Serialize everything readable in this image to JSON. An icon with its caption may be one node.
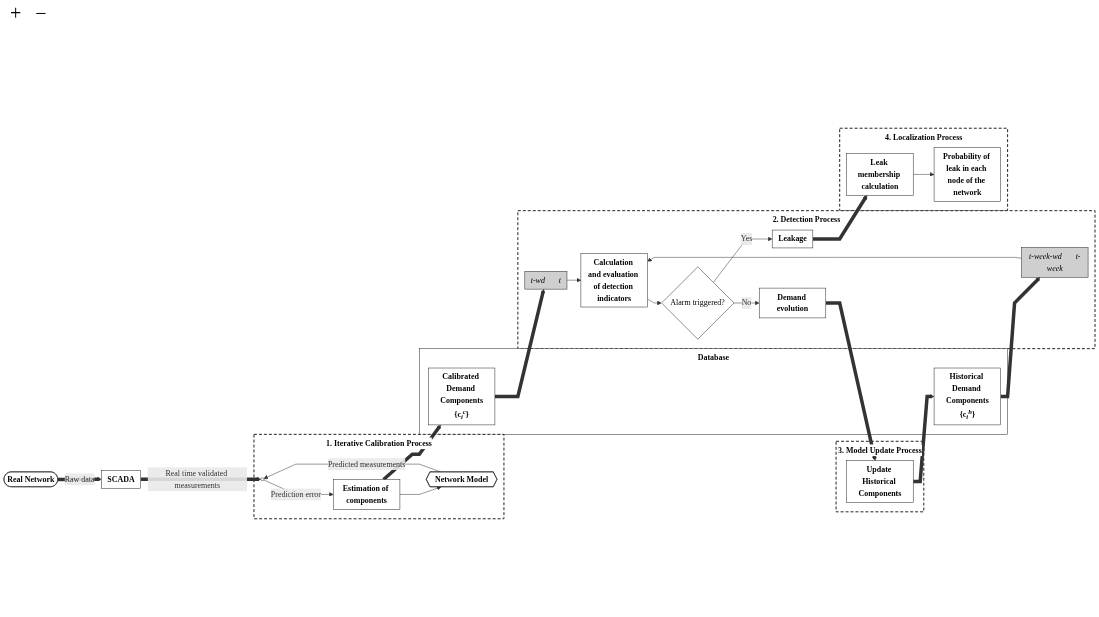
{
  "diagram": {
    "nodes": [
      {
        "text": [
          "Real Network"
        ]
      },
      {
        "text": [
          "SCADA"
        ]
      },
      {
        "text": [
          "4. Localization Process"
        ]
      },
      {
        "text": [
          "Leak membership calculation"
        ],
        "in": 2
      },
      {
        "text": [
          "Probability of leak in each node of the network"
        ],
        "in": 2
      },
      {
        "text": [
          "2. Detection Process"
        ]
      },
      {
        "text": [
          "Leakage"
        ],
        "in": 5
      },
      {
        "text": [
          "Demand evolution"
        ],
        "in": 5
      },
      {
        "text": [
          "Alarm triggered?"
        ],
        "in": 5
      },
      {
        "text": [
          "Calculation and evaluation of detection indicators"
        ],
        "in": 5
      },
      {
        "text": [
          "t-wd",
          "t"
        ],
        "in": 5
      },
      {
        "text": [
          "t-week-wd",
          "t-week"
        ],
        "in": 5
      },
      {
        "text": [
          "3. Model Update Process"
        ]
      },
      {
        "text": [
          "Update Historical Components"
        ],
        "in": 12
      },
      {
        "text": [
          "1. Iterative Calibration Process"
        ]
      },
      {
        "text": [],
        "shape": "circle",
        "in": 14
      },
      {
        "text": [
          "Estimation of components"
        ],
        "in": 14
      },
      {
        "text": [
          "Network Model"
        ],
        "in": 14
      },
      {
        "text": [
          "Database"
        ]
      },
      {
        "text": [
          "Calibrated Demand Components",
          "{c$_{i}$$^{c}$}"
        ],
        "in": 18
      },
      {
        "text": [
          "Historical Demand Components",
          "{c$_{i}$$^{h}$}"
        ],
        "in": 18
      }
    ],
    "edges": [
      {
        "from": 0,
        "to": 1,
        "arrow": "to",
        "label": "Raw data",
        "style": "thick"
      },
      {
        "from": 1,
        "to": 15,
        "arrow": "to",
        "label": "Real time validated measurements",
        "style": "thick"
      },
      {
        "from": 15,
        "to": 16,
        "arrow": "to",
        "label": "Prediction error"
      },
      {
        "from": 16,
        "to": 17,
        "arrow": "to"
      },
      {
        "from": 17,
        "to": 15,
        "arrow": "to",
        "label": "Predicted measurements"
      },
      {
        "from": 16,
        "to": 19,
        "arrow": "to",
        "style": "thick"
      },
      {
        "from": 19,
        "to": 10,
        "arrow": "to",
        "style": "thick"
      },
      {
        "from": 20,
        "to": 11,
        "arrow": "to",
        "style": "thick"
      },
      {
        "from": 10,
        "to": 9,
        "arrow": "to"
      },
      {
        "from": 11,
        "to": 9,
        "arrow": "to"
      },
      {
        "from": 9,
        "to": 8,
        "arrow": "to"
      },
      {
        "from": 8,
        "to": 6,
        "arrow": "to",
        "label": "Yes"
      },
      {
        "from": 8,
        "to": 7,
        "arrow": "to",
        "label": "No"
      },
      {
        "from": 6,
        "to": 3,
        "arrow": "to",
        "style": "thick"
      },
      {
        "from": 3,
        "to": 4,
        "arrow": "to"
      },
      {
        "from": 7,
        "to": 13,
        "arrow": "to",
        "style": "thick"
      },
      {
        "from": 13,
        "to": 20,
        "arrow": "to",
        "style": "thick"
      }
    ],
    "labels": [
      "+",
      "−"
    ]
  }
}
